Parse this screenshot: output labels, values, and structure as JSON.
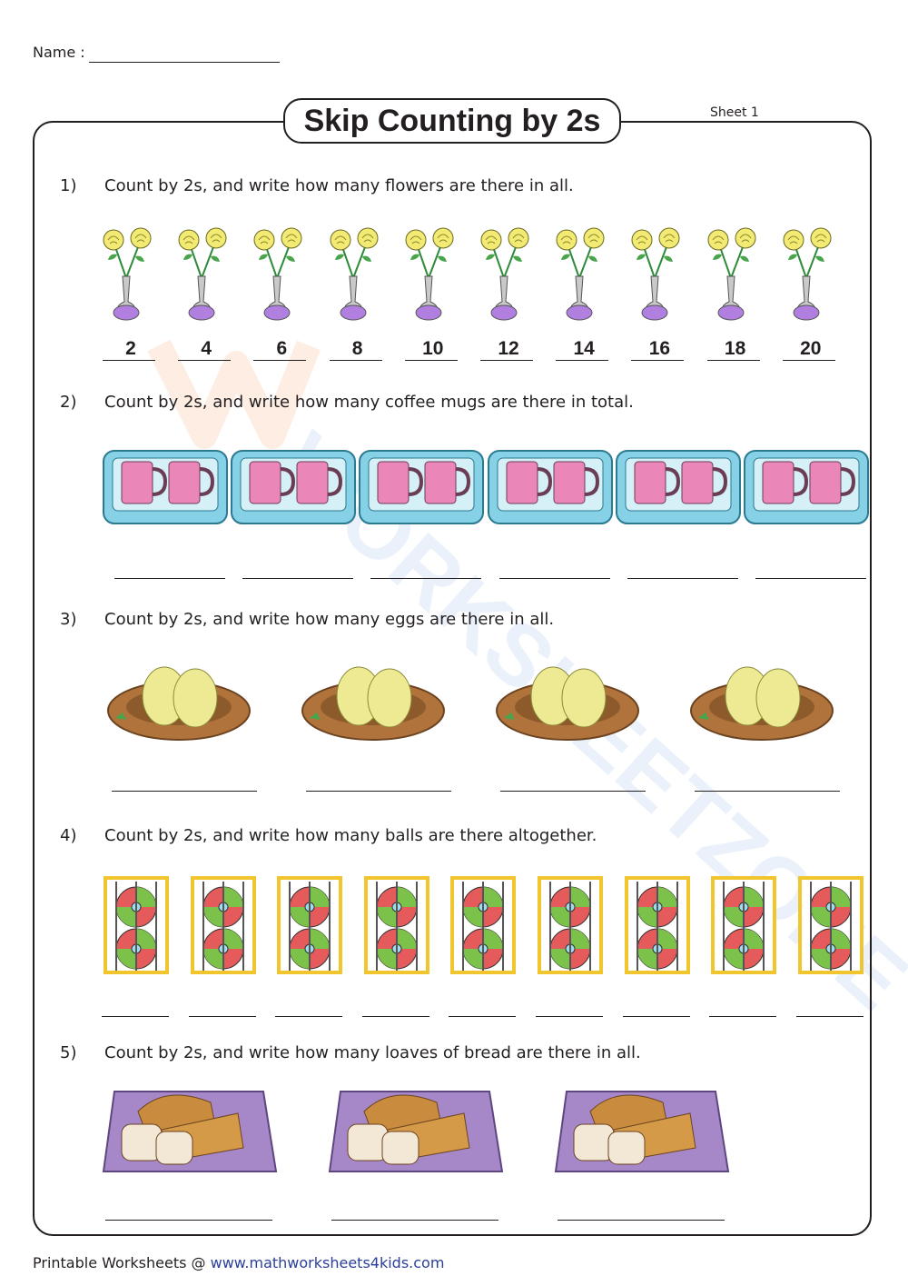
{
  "name_label": "Name :",
  "title": "Skip Counting by 2s",
  "sheet_label": "Sheet 1",
  "questions": [
    {
      "number": "1)",
      "text": "Count by 2s, and write how many flowers are there in all.",
      "answers": [
        "2",
        "4",
        "6",
        "8",
        "10",
        "12",
        "14",
        "16",
        "18",
        "20"
      ]
    },
    {
      "number": "2)",
      "text": "Count by 2s, and write how many coffee mugs are there in total."
    },
    {
      "number": "3)",
      "text": "Count by 2s, and write how many eggs are there in all."
    },
    {
      "number": "4)",
      "text": "Count by 2s, and write how many balls are there altogether."
    },
    {
      "number": "5)",
      "text": "Count by 2s, and write how many loaves of bread are there in all."
    }
  ],
  "icons": [
    "flower-vase-icon",
    "mug-tray-icon",
    "egg-nest-icon",
    "ball-crate-icon",
    "bread-tray-icon"
  ],
  "footer": {
    "prefix": "Printable Worksheets @ ",
    "link": "www.mathworksheets4kids.com"
  },
  "watermark": "WORKSHEETZONE",
  "colors": {
    "link": "#2b3f9a",
    "vase": "#b07fe0",
    "rose": "#f3ea73",
    "mug": "#ea86b8",
    "tray": "#86d1e6",
    "nest": "#b0733c",
    "egg": "#eeea94",
    "crate": "#f1c52e",
    "bread_tray": "#a687c7"
  }
}
